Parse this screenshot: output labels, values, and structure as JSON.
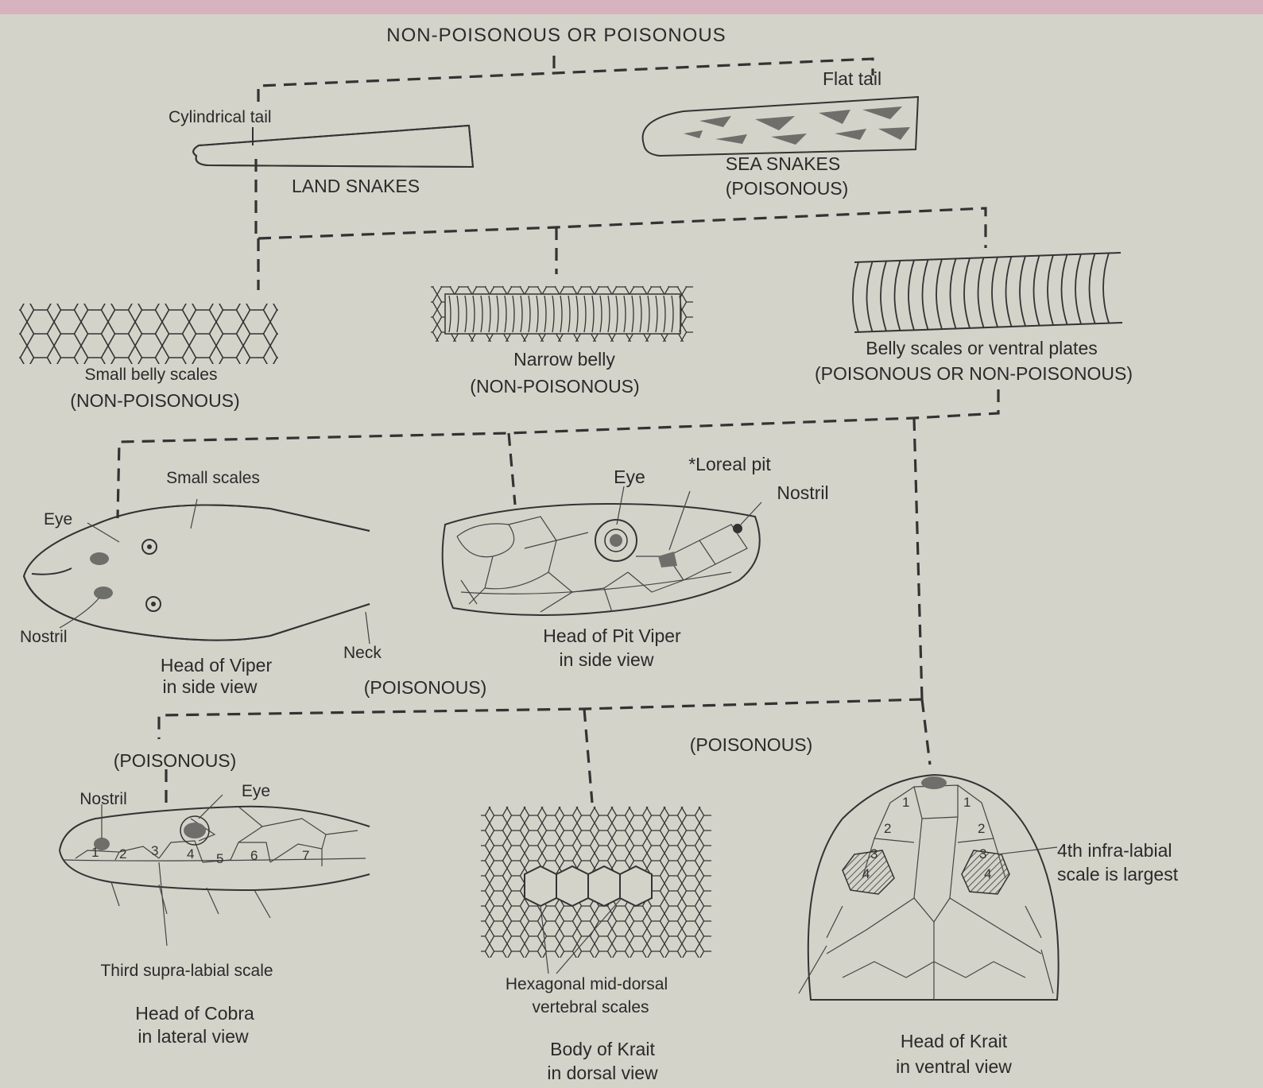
{
  "labels": {
    "root": "NON-POISONOUS OR POISONOUS",
    "flat_tail": "Flat tail",
    "cylindrical_tail": "Cylindrical tail",
    "land_snakes": "LAND SNAKES",
    "sea_snakes": "SEA SNAKES",
    "sea_poisonous": "(POISONOUS)",
    "small_belly_scales": "Small belly scales",
    "small_belly_nonpoisonous": "(NON-POISONOUS)",
    "narrow_belly": "Narrow belly",
    "narrow_belly_nonpoisonous": "(NON-POISONOUS)",
    "belly_scales_ventral": "Belly scales or ventral plates",
    "belly_poisonous_or_non": "(POISONOUS OR NON-POISONOUS)",
    "viper_small_scales": "Small scales",
    "viper_eye": "Eye",
    "viper_nostril": "Nostril",
    "viper_neck": "Neck",
    "viper_caption_1": "Head of Viper",
    "viper_caption_2": "in side view",
    "viper_poisonous": "(POISONOUS)",
    "pit_eye": "Eye",
    "pit_loreal": "*Loreal pit",
    "pit_nostril": "Nostril",
    "pit_caption_1": "Head of Pit Viper",
    "pit_caption_2": "in side view",
    "cobra_poisonous": "(POISONOUS)",
    "cobra_nostril": "Nostril",
    "cobra_eye": "Eye",
    "cobra_supra": "Third supra-labial scale",
    "cobra_caption_1": "Head of Cobra",
    "cobra_caption_2": "in lateral view",
    "krait_poisonous": "(POISONOUS)",
    "krait_body_scales_1": "Hexagonal mid-dorsal",
    "krait_body_scales_2": "vertebral scales",
    "krait_body_caption_1": "Body of Krait",
    "krait_body_caption_2": "in dorsal view",
    "krait_infra_1": "4th infra-labial",
    "krait_infra_2": "scale is largest",
    "krait_head_caption_1": "Head of Krait",
    "krait_head_caption_2": "in ventral view"
  },
  "cobra_scale_numbers": [
    "1",
    "2",
    "3",
    "4",
    "5",
    "6",
    "7"
  ],
  "krait_scale_numbers": [
    "1",
    "1",
    "2",
    "2",
    "3",
    "3",
    "4",
    "4"
  ],
  "colors": {
    "paper": "#d4d3c9",
    "ink": "#2a2a2a"
  }
}
